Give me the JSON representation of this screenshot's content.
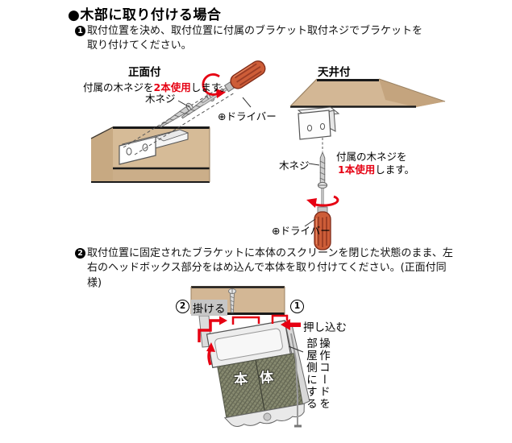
{
  "page": {
    "title": "●木部に取り付ける場合"
  },
  "steps": {
    "step1": {
      "num": "1",
      "text": "取付位置を決め、取付位置に付属のブラケット取付ネジでブラケットを取り付けてください。"
    },
    "step2": {
      "num": "2",
      "text": "取付位置に固定されたブラケットに本体のスクリーンを閉じた状態のまま、左右のヘッドボックス部分をはめ込んで本体を取り付けてください。(正面付同様)"
    }
  },
  "front_mount": {
    "title": "正面付",
    "note_pre": "付属の木ネジを",
    "note_emphasis": "2本使用",
    "note_post": "します。",
    "screw_label": "木ネジ",
    "driver_label": "⊕ドライバー"
  },
  "ceiling_mount": {
    "title": "天井付",
    "screw_label": "木ネジ",
    "note_line1": "付属の木ネジを",
    "note_emphasis": "1本使用",
    "note_post": "します。",
    "driver_label": "⊕ドライバー"
  },
  "attach_diagram": {
    "hang_step_num": "2",
    "hang_label": "掛ける",
    "push_step_num": "1",
    "push_label": "押し込む",
    "body_label": "本体",
    "cord_note": "操作コードを部屋側にする"
  },
  "colors": {
    "accent_red": "#e60012",
    "wood_tan": "#d3b795",
    "screen_olive": "#878a70"
  }
}
